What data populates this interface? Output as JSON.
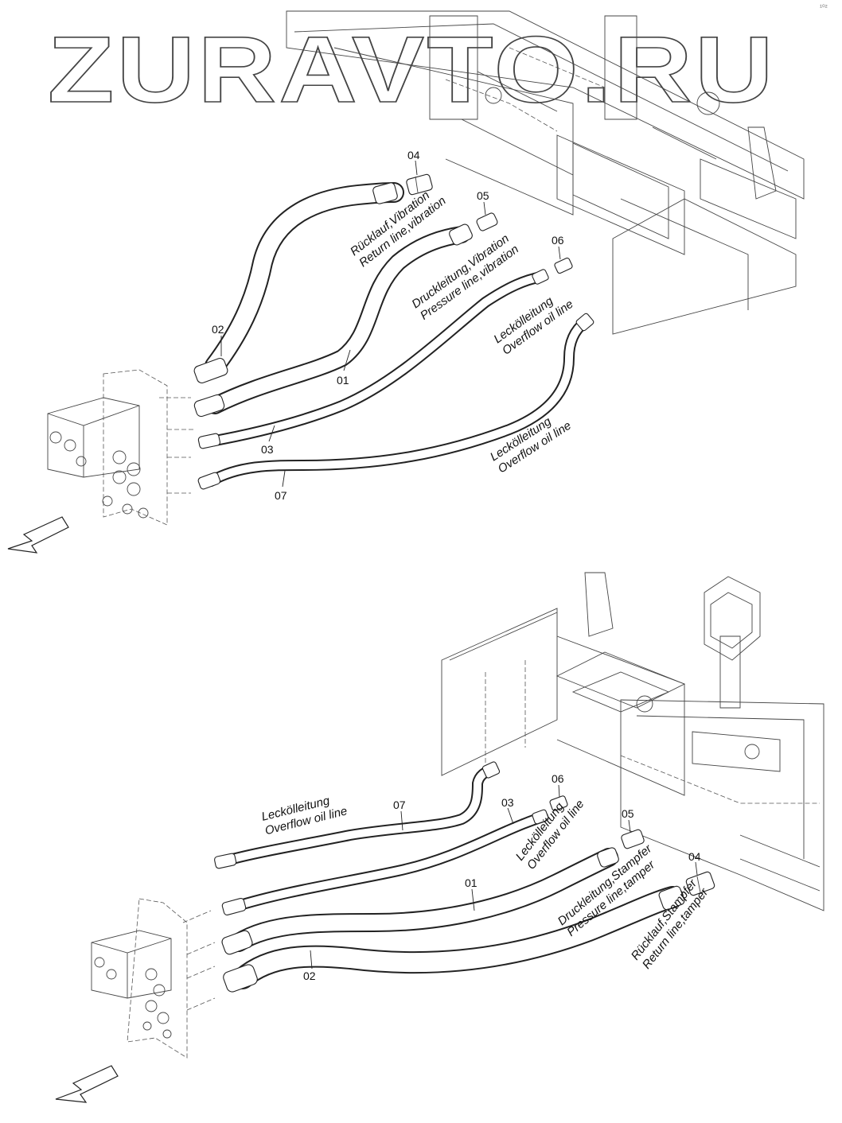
{
  "watermark": "ZURAVTO.RU",
  "corner_mark": "¹⁰²",
  "top_assembly": {
    "part_labels": {
      "p04": "04",
      "p05": "05",
      "p06": "06",
      "p02": "02",
      "p01": "01",
      "p03": "03",
      "p07": "07"
    },
    "annotations": {
      "return": [
        "Rücklauf,Vibration",
        "Return line,vibration"
      ],
      "pressure": [
        "Druckleitung,Vibration",
        "Pressure line,vibration"
      ],
      "leak_upper": [
        "Leckölleitung",
        "Overflow oil line"
      ],
      "leak_lower": [
        "Leckölleitung",
        "Overflow oil line"
      ]
    }
  },
  "bottom_assembly": {
    "part_labels": {
      "p06": "06",
      "p07": "07",
      "p03": "03",
      "p05": "05",
      "p01": "01",
      "p04": "04",
      "p02": "02"
    },
    "annotations": {
      "leak_left": [
        "Leckölleitung",
        "Overflow oil line"
      ],
      "leak_mid": [
        "Leckölleitung",
        "Overflow oil line"
      ],
      "pressure": [
        "Druckleitung,Stampfer",
        "Pressure line,tamper"
      ],
      "return": [
        "Rücklauf,Stampfer",
        "Return line,tamper"
      ]
    }
  }
}
